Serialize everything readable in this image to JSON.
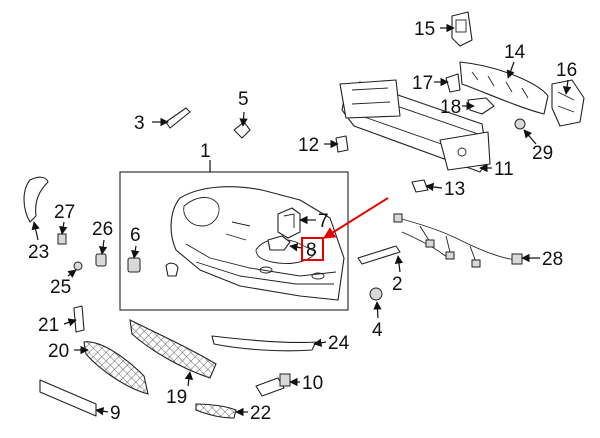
{
  "callouts": [
    {
      "id": "c1",
      "text": "1"
    },
    {
      "id": "c2",
      "text": "2"
    },
    {
      "id": "c3",
      "text": "3"
    },
    {
      "id": "c4",
      "text": "4"
    },
    {
      "id": "c5",
      "text": "5"
    },
    {
      "id": "c6",
      "text": "6"
    },
    {
      "id": "c7",
      "text": "7"
    },
    {
      "id": "c8",
      "text": "8"
    },
    {
      "id": "c9",
      "text": "9"
    },
    {
      "id": "c10",
      "text": "10"
    },
    {
      "id": "c11",
      "text": "11"
    },
    {
      "id": "c12",
      "text": "12"
    },
    {
      "id": "c13",
      "text": "13"
    },
    {
      "id": "c14",
      "text": "14"
    },
    {
      "id": "c15",
      "text": "15"
    },
    {
      "id": "c16",
      "text": "16"
    },
    {
      "id": "c17",
      "text": "17"
    },
    {
      "id": "c18",
      "text": "18"
    },
    {
      "id": "c19",
      "text": "19"
    },
    {
      "id": "c20",
      "text": "20"
    },
    {
      "id": "c21",
      "text": "21"
    },
    {
      "id": "c22",
      "text": "22"
    },
    {
      "id": "c23",
      "text": "23"
    },
    {
      "id": "c24",
      "text": "24"
    },
    {
      "id": "c25",
      "text": "25"
    },
    {
      "id": "c26",
      "text": "26"
    },
    {
      "id": "c27",
      "text": "27"
    },
    {
      "id": "c28",
      "text": "28"
    },
    {
      "id": "c29",
      "text": "29"
    }
  ],
  "highlight": {
    "callout": "8",
    "color": "#e60000"
  }
}
